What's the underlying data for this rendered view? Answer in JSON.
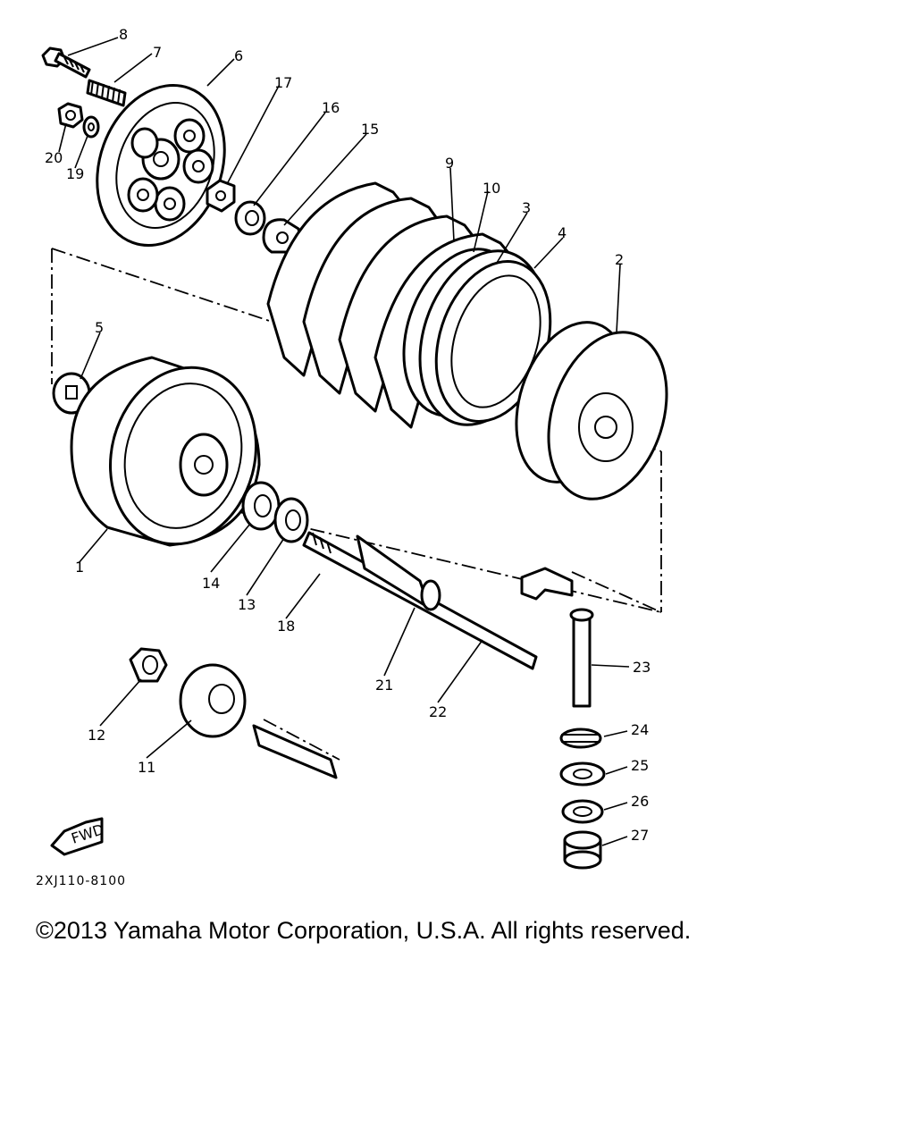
{
  "diagram": {
    "parts": [
      {
        "key": "p1",
        "label": "1"
      },
      {
        "key": "p2",
        "label": "2"
      },
      {
        "key": "p3",
        "label": "3"
      },
      {
        "key": "p4",
        "label": "4"
      },
      {
        "key": "p5",
        "label": "5"
      },
      {
        "key": "p6",
        "label": "6"
      },
      {
        "key": "p7",
        "label": "7"
      },
      {
        "key": "p8",
        "label": "8"
      },
      {
        "key": "p9",
        "label": "9"
      },
      {
        "key": "p10",
        "label": "10"
      },
      {
        "key": "p11",
        "label": "11"
      },
      {
        "key": "p12",
        "label": "12"
      },
      {
        "key": "p13",
        "label": "13"
      },
      {
        "key": "p14",
        "label": "14"
      },
      {
        "key": "p15",
        "label": "15"
      },
      {
        "key": "p16",
        "label": "16"
      },
      {
        "key": "p17",
        "label": "17"
      },
      {
        "key": "p18",
        "label": "18"
      },
      {
        "key": "p19",
        "label": "19"
      },
      {
        "key": "p20",
        "label": "20"
      },
      {
        "key": "p21",
        "label": "21"
      },
      {
        "key": "p22",
        "label": "22"
      },
      {
        "key": "p23",
        "label": "23"
      },
      {
        "key": "p24",
        "label": "24"
      },
      {
        "key": "p25",
        "label": "25"
      },
      {
        "key": "p26",
        "label": "26"
      },
      {
        "key": "p27",
        "label": "27"
      }
    ],
    "fwd_label": "FWD",
    "diagram_code": "2XJ110-8100"
  },
  "copyright": "©2013 Yamaha Motor Corporation, U.S.A. All rights reserved."
}
